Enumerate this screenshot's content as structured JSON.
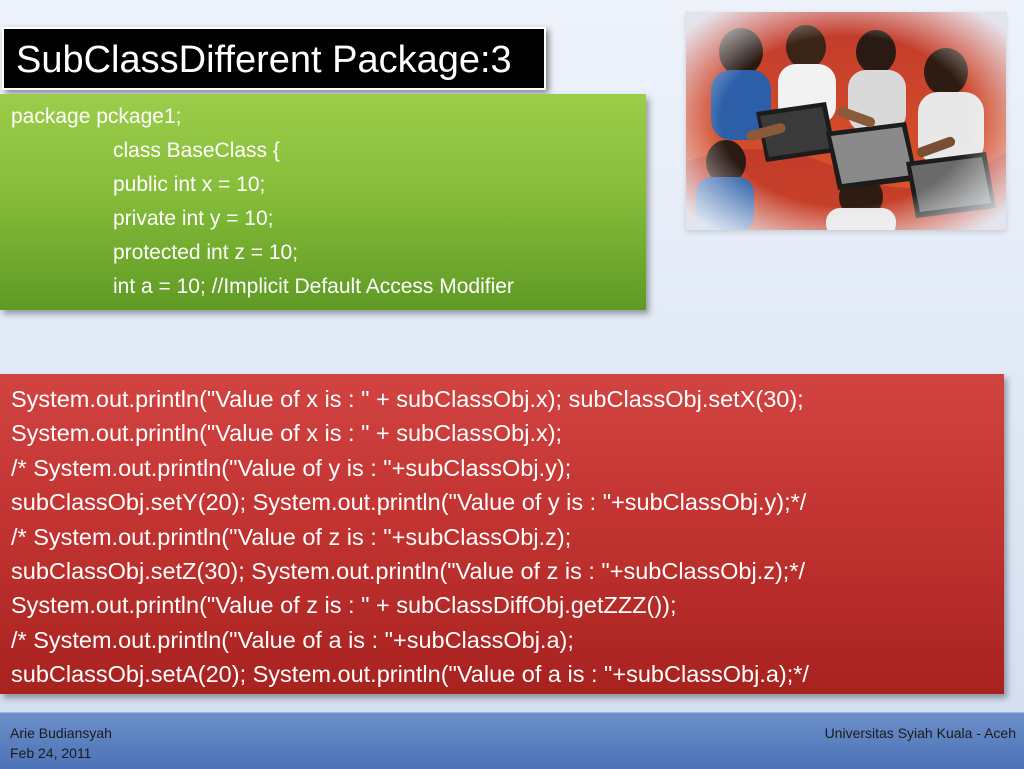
{
  "slide": {
    "title": "SubClassDifferent Package:3",
    "green_code": [
      "package pckage1;",
      "class BaseClass {",
      "public int x = 10;",
      "private int y = 10;",
      "protected int z = 10;",
      "int a = 10; //Implicit Default Access Modifier"
    ],
    "red_code": [
      "System.out.println(\"Value of x is : \" + subClassObj.x); subClassObj.setX(30);",
      "System.out.println(\"Value of x is : \" + subClassObj.x);",
      "/* System.out.println(\"Value of y is : \"+subClassObj.y);",
      "subClassObj.setY(20); System.out.println(\"Value of y is : \"+subClassObj.y);*/",
      "/* System.out.println(\"Value of z is : \"+subClassObj.z);",
      "subClassObj.setZ(30); System.out.println(\"Value of z is : \"+subClassObj.z);*/",
      "System.out.println(\"Value of z is : \" + subClassDiffObj.getZZZ());",
      "/* System.out.println(\"Value of a is : \"+subClassObj.a);",
      "subClassObj.setA(20); System.out.println(\"Value of a is : \"+subClassObj.a);*/"
    ],
    "photo_icon": "children-with-laptops-photo",
    "colors": {
      "green_box": "#86bd3a",
      "red_box": "#c23432",
      "footer": "#5b80bf",
      "title_bg": "#000000"
    }
  },
  "footer": {
    "author": "Arie Budiansyah",
    "date": "Feb 24, 2011",
    "university": "Universitas Syiah Kuala - Aceh"
  }
}
